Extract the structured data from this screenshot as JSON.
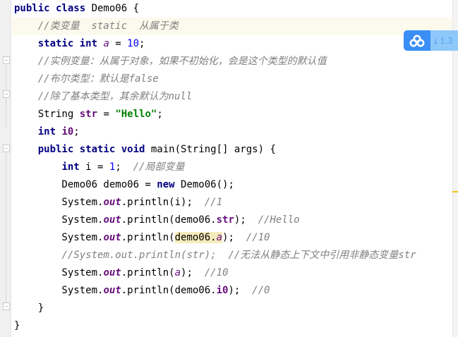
{
  "editor": {
    "language": "java",
    "lines": [
      {
        "tokens": [
          [
            "kw",
            "public class "
          ],
          [
            "plain",
            "Demo06 {"
          ]
        ]
      },
      {
        "tokens": [
          [
            "plain",
            "    "
          ],
          [
            "cm",
            "//类变量  static  从属于类"
          ]
        ]
      },
      {
        "tokens": [
          [
            "plain",
            "    "
          ],
          [
            "kw",
            "static int "
          ],
          [
            "sfld",
            "a"
          ],
          [
            "plain",
            " = "
          ],
          [
            "num",
            "10"
          ],
          [
            "plain",
            ";"
          ]
        ]
      },
      {
        "tokens": [
          [
            "plain",
            "    "
          ],
          [
            "cm",
            "//实例变量：从属于对象，如果不初始化，会是这个类型的默认值"
          ]
        ]
      },
      {
        "tokens": [
          [
            "plain",
            "    "
          ],
          [
            "cm",
            "//布尔类型：默认是false"
          ]
        ]
      },
      {
        "tokens": [
          [
            "plain",
            "    "
          ],
          [
            "cm",
            "//除了基本类型，其余默认为null"
          ]
        ]
      },
      {
        "tokens": [
          [
            "plain",
            "    String "
          ],
          [
            "fld",
            "str"
          ],
          [
            "plain",
            " = "
          ],
          [
            "str",
            "\"Hello\""
          ],
          [
            "plain",
            ";"
          ]
        ]
      },
      {
        "tokens": [
          [
            "plain",
            "    "
          ],
          [
            "kw",
            "int "
          ],
          [
            "fld",
            "i0"
          ],
          [
            "plain",
            ";"
          ]
        ]
      },
      {
        "tokens": [
          [
            "plain",
            "    "
          ],
          [
            "kw",
            "public static void "
          ],
          [
            "plain",
            "main(String[] args) {"
          ]
        ]
      },
      {
        "tokens": [
          [
            "plain",
            "        "
          ],
          [
            "kw",
            "int "
          ],
          [
            "plain",
            "i = "
          ],
          [
            "num",
            "1"
          ],
          [
            "plain",
            ";  "
          ],
          [
            "cm",
            "//局部变量"
          ]
        ]
      },
      {
        "tokens": [
          [
            "plain",
            "        Demo06 demo06 = "
          ],
          [
            "kw",
            "new "
          ],
          [
            "plain",
            "Demo06();"
          ]
        ]
      },
      {
        "tokens": [
          [
            "plain",
            "        System."
          ],
          [
            "sfldb",
            "out"
          ],
          [
            "plain",
            ".println(i);  "
          ],
          [
            "cm",
            "//1"
          ]
        ]
      },
      {
        "tokens": [
          [
            "plain",
            "        System."
          ],
          [
            "sfldb",
            "out"
          ],
          [
            "plain",
            ".println(demo06."
          ],
          [
            "fld",
            "str"
          ],
          [
            "plain",
            ");  "
          ],
          [
            "cm",
            "//Hello"
          ]
        ]
      },
      {
        "tokens": [
          [
            "plain",
            "        System."
          ],
          [
            "sfldb",
            "out"
          ],
          [
            "plain",
            ".println("
          ],
          [
            "hl",
            "demo06."
          ],
          [
            "hlsf",
            "a"
          ],
          [
            "plain",
            ");  "
          ],
          [
            "cm",
            "//10"
          ]
        ]
      },
      {
        "tokens": [
          [
            "plain",
            "        "
          ],
          [
            "cm",
            "//System.out.println(str);  //无法从静态上下文中引用非静态变量str"
          ]
        ]
      },
      {
        "tokens": [
          [
            "plain",
            "        System."
          ],
          [
            "sfldb",
            "out"
          ],
          [
            "plain",
            ".println("
          ],
          [
            "sfld",
            "a"
          ],
          [
            "plain",
            ");  "
          ],
          [
            "cm",
            "//10"
          ]
        ]
      },
      {
        "tokens": [
          [
            "plain",
            "        System."
          ],
          [
            "sfldb",
            "out"
          ],
          [
            "plain",
            ".println(demo06."
          ],
          [
            "fld",
            "i0"
          ],
          [
            "plain",
            ");  "
          ],
          [
            "cm",
            "//0"
          ]
        ]
      },
      {
        "tokens": [
          [
            "plain",
            "    }"
          ]
        ]
      },
      {
        "tokens": [
          [
            "plain",
            "}"
          ]
        ]
      }
    ],
    "current_line_index": 1
  },
  "plugin_badge": {
    "icon": "baidu-netdisk-icon",
    "arrow": "↓",
    "version": "1.3"
  },
  "colors": {
    "keyword": "#000080",
    "comment": "#808080",
    "number": "#0000ff",
    "string": "#008000",
    "field": "#660e7a",
    "current_line": "#fcfaed",
    "highlight": "#f6ebbc",
    "badge": "#3a8ef6"
  }
}
